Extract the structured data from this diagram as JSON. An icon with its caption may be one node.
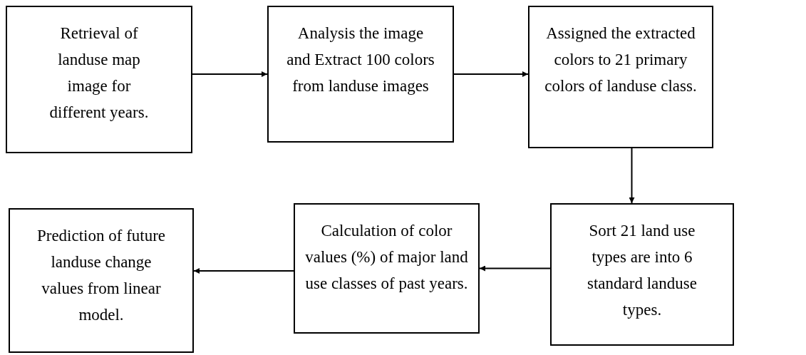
{
  "diagram": {
    "nodes": [
      {
        "text": [
          "Retrieval of landuse map image for different years."
        ]
      },
      {
        "text": [
          "Analysis the image and Extract 100 colors from landuse images"
        ]
      },
      {
        "text": [
          "Assigned the extracted colors to 21 primary colors of landuse class."
        ]
      },
      {
        "text": [
          "Sort 21 land use types are into 6 standard landuse types."
        ]
      },
      {
        "text": [
          "Calculation of color values (%) of major land use classes of past years."
        ]
      },
      {
        "text": [
          "Prediction of future landuse change values from linear model."
        ]
      }
    ],
    "edges": [
      {
        "from": 0,
        "to": 1,
        "arrow": "to"
      },
      {
        "from": 1,
        "to": 2,
        "arrow": "to"
      },
      {
        "from": 2,
        "to": 3,
        "arrow": "to"
      },
      {
        "from": 3,
        "to": 4,
        "arrow": "to"
      },
      {
        "from": 4,
        "to": 5,
        "arrow": "to"
      }
    ]
  }
}
